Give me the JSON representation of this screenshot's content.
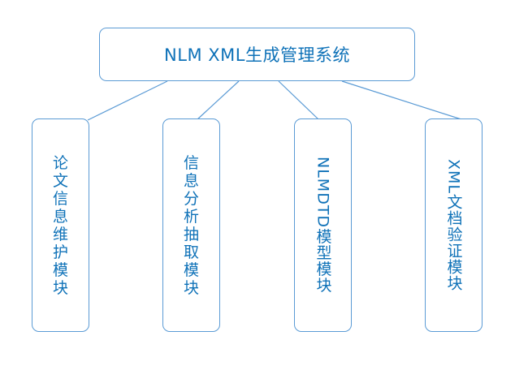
{
  "colors": {
    "border": "#5b9bd5",
    "text": "#0f72b8",
    "background": "#ffffff"
  },
  "root": {
    "title": "NLM XML生成管理系统"
  },
  "children": [
    {
      "label": "论文信息维护模块",
      "orientation": "stacked"
    },
    {
      "label": "信息分析抽取模块",
      "orientation": "stacked"
    },
    {
      "label": "NLMDTD模型模块",
      "orientation": "vertical"
    },
    {
      "label": "XML文档验证模块",
      "orientation": "vertical"
    }
  ]
}
